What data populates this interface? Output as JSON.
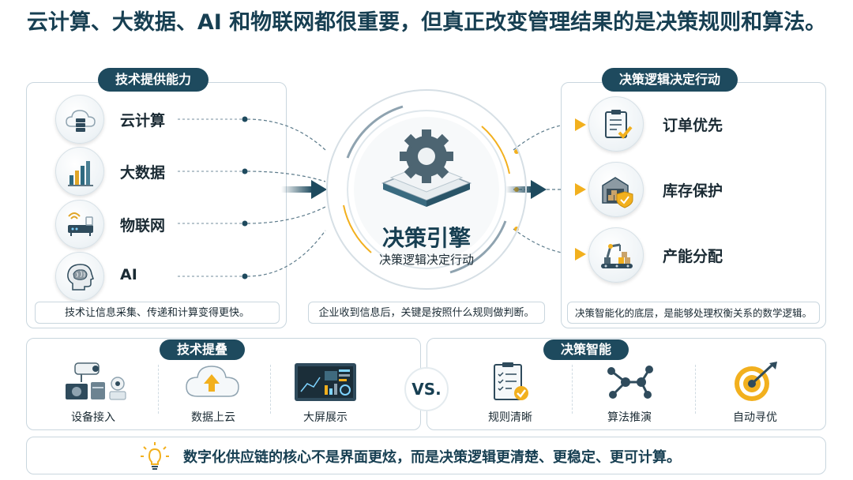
{
  "title": "云计算、大数据、AI 和物联网都很重要，但真正改变管理结果的是决策规则和算法。",
  "left_panel": {
    "header": "技术提供能力",
    "items": [
      {
        "label": "云计算",
        "icon": "cloud-server-icon"
      },
      {
        "label": "大数据",
        "icon": "bar-chart-icon"
      },
      {
        "label": "物联网",
        "icon": "iot-router-icon"
      },
      {
        "label": "AI",
        "icon": "brain-head-icon"
      }
    ],
    "caption": "技术让信息采集、传递和计算变得更快。"
  },
  "center": {
    "title": "决策引擎",
    "subtitle": "决策逻辑决定行动",
    "caption": "企业收到信息后，关键是按照什么规则做判断。"
  },
  "right_panel": {
    "header": "决策逻辑决定行动",
    "items": [
      {
        "label": "订单优先",
        "icon": "clipboard-check-icon"
      },
      {
        "label": "库存保护",
        "icon": "warehouse-shield-icon"
      },
      {
        "label": "产能分配",
        "icon": "robot-arm-icon"
      }
    ],
    "caption": "决策智能化的底层，是能够处理权衡关系的数学逻辑。"
  },
  "bottom_left": {
    "header": "技术提叠",
    "items": [
      {
        "label": "设备接入",
        "icon": "camera-device-icon"
      },
      {
        "label": "数据上云",
        "icon": "cloud-upload-icon"
      },
      {
        "label": "大屏展示",
        "icon": "dashboard-screen-icon"
      }
    ]
  },
  "vs_label": "VS.",
  "bottom_right": {
    "header": "决策智能",
    "items": [
      {
        "label": "规则清晰",
        "icon": "checklist-icon"
      },
      {
        "label": "算法推演",
        "icon": "network-graph-icon"
      },
      {
        "label": "自动寻优",
        "icon": "target-arrow-icon"
      }
    ]
  },
  "footer": {
    "text": "数字化供应链的核心不是界面更炫，而是决策逻辑更清楚、更稳定、更可计算。",
    "icon": "lightbulb-icon"
  },
  "colors": {
    "navy": "#1e4a5e",
    "accent_orange": "#f2b01e",
    "panel_border": "#c9d6de"
  }
}
